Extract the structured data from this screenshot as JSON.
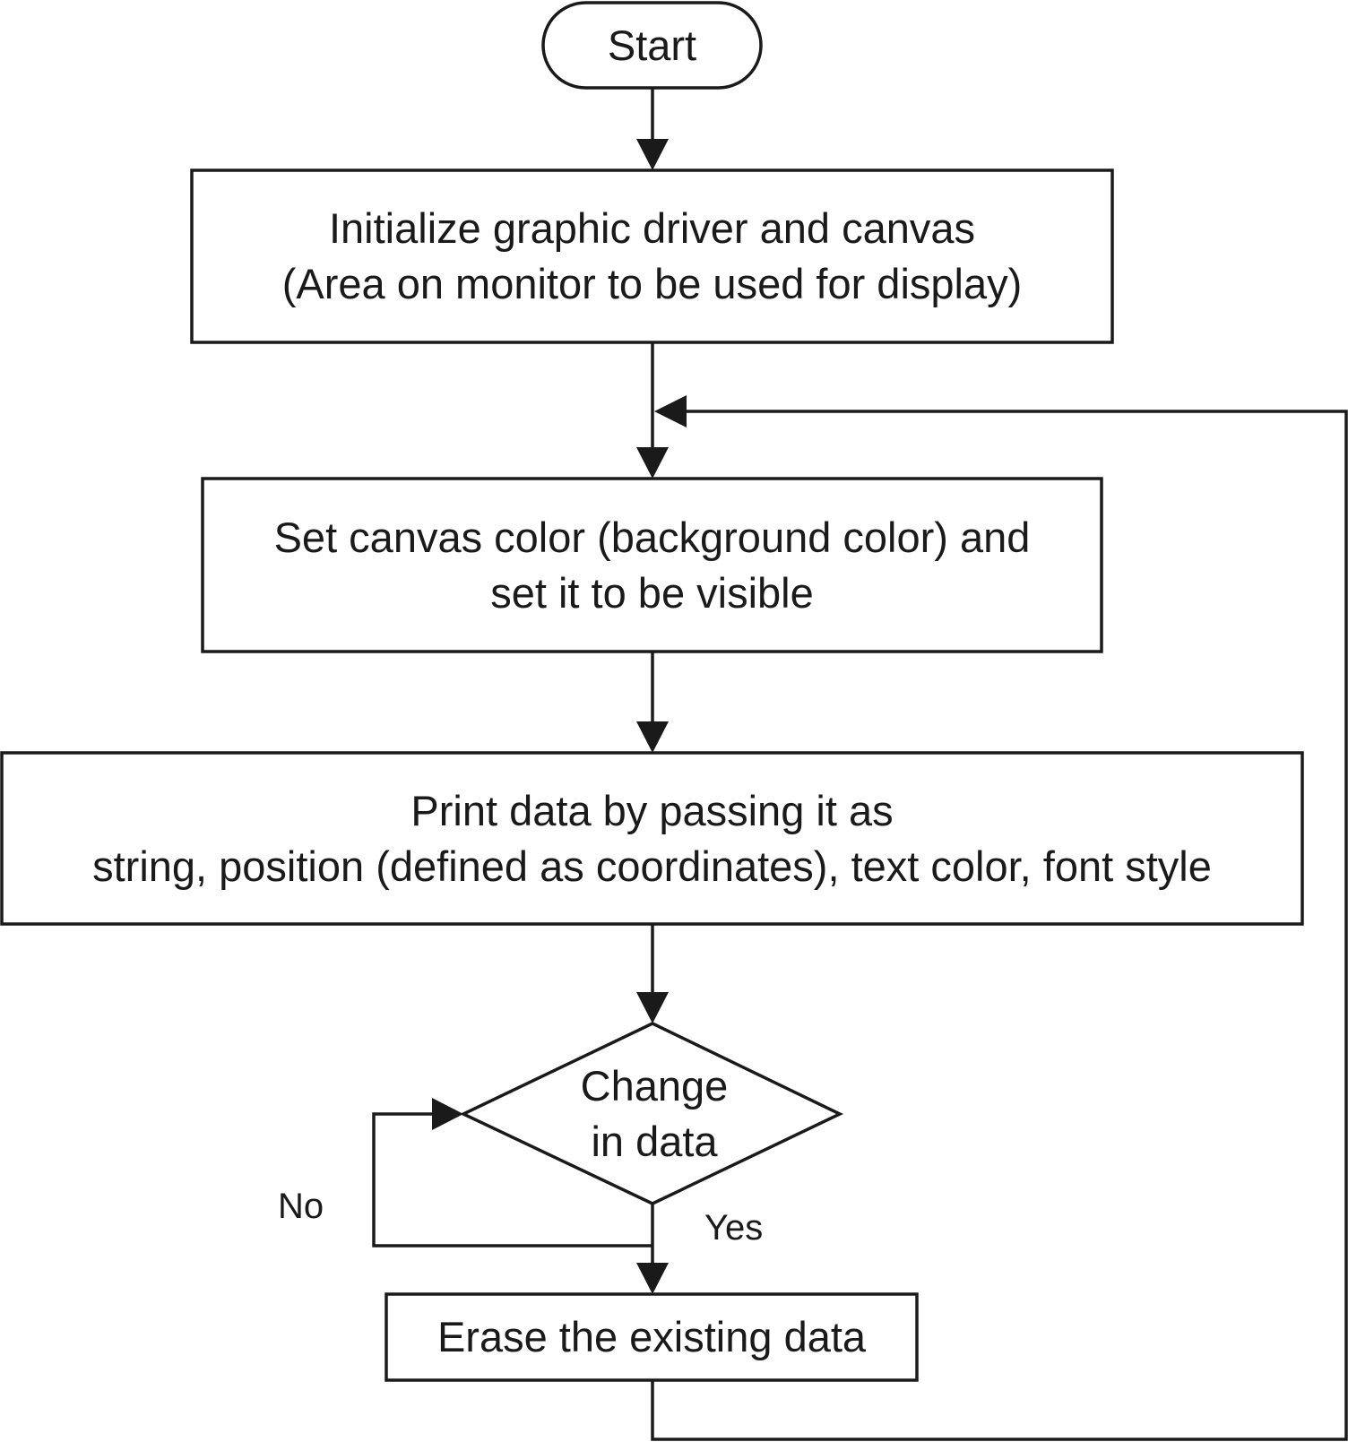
{
  "diagram": {
    "nodes": {
      "start": {
        "shape": "terminator",
        "lines": [
          "Start"
        ]
      },
      "init": {
        "shape": "process",
        "lines": [
          "Initialize graphic driver and canvas",
          "(Area on monitor to be used for display)"
        ]
      },
      "set_canvas": {
        "shape": "process",
        "lines": [
          "Set canvas color (background color) and",
          "set it to be visible"
        ]
      },
      "print_data": {
        "shape": "process",
        "lines": [
          "Print data by passing it as",
          "string, position (defined as coordinates), text color, font style"
        ]
      },
      "decision": {
        "shape": "decision",
        "lines": [
          "Change",
          "in data"
        ]
      },
      "erase": {
        "shape": "process",
        "lines": [
          "Erase the existing data"
        ]
      }
    },
    "edges": [
      {
        "from": "start",
        "to": "init",
        "label": ""
      },
      {
        "from": "init",
        "to": "set_canvas",
        "label": ""
      },
      {
        "from": "set_canvas",
        "to": "print_data",
        "label": ""
      },
      {
        "from": "print_data",
        "to": "decision",
        "label": ""
      },
      {
        "from": "decision",
        "to": "decision",
        "label": "No"
      },
      {
        "from": "decision",
        "to": "erase",
        "label": "Yes"
      },
      {
        "from": "erase",
        "to": "set_canvas",
        "label": ""
      }
    ],
    "labels": {
      "no": "No",
      "yes": "Yes"
    },
    "colors": {
      "stroke": "#1a1a1a",
      "text": "#1a1a1a",
      "background": "#ffffff"
    }
  }
}
